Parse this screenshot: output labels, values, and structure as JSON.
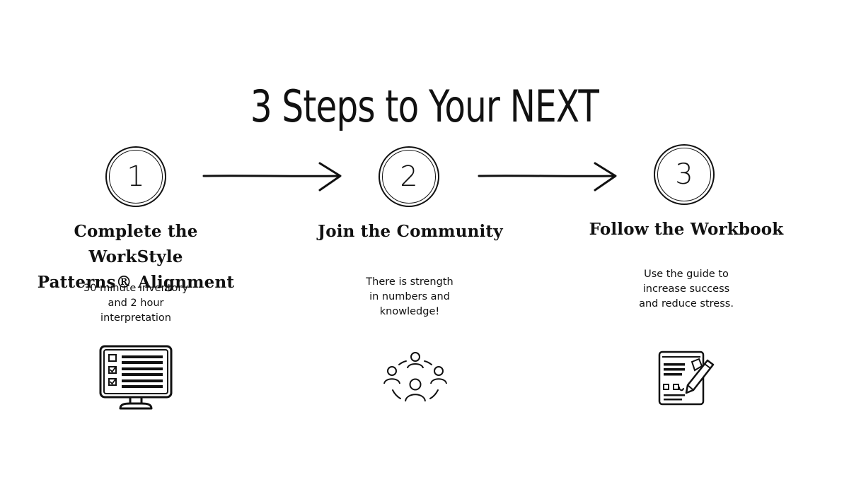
{
  "title": "3 Steps to Your NEXT",
  "steps": [
    {
      "number": "1",
      "title_line1": "Complete the WorkStyle",
      "title_line2": "Patterns® Alignment",
      "desc_line1": "30 minute inventory",
      "desc_line2": "and 2 hour",
      "desc_line3": "interpretation",
      "icon": "computer-checklist-icon"
    },
    {
      "number": "2",
      "title_line1": "Join the Community",
      "desc_line1": "There is strength",
      "desc_line2": "in numbers and",
      "desc_line3": "knowledge!",
      "icon": "community-group-icon"
    },
    {
      "number": "3",
      "title_line1": "Follow the Workbook",
      "desc_line1": "Use the guide to",
      "desc_line2": "increase success",
      "desc_line3": "and reduce stress.",
      "icon": "workbook-pencil-icon"
    }
  ],
  "colors": {
    "ink": "#111111",
    "background": "#ffffff"
  }
}
